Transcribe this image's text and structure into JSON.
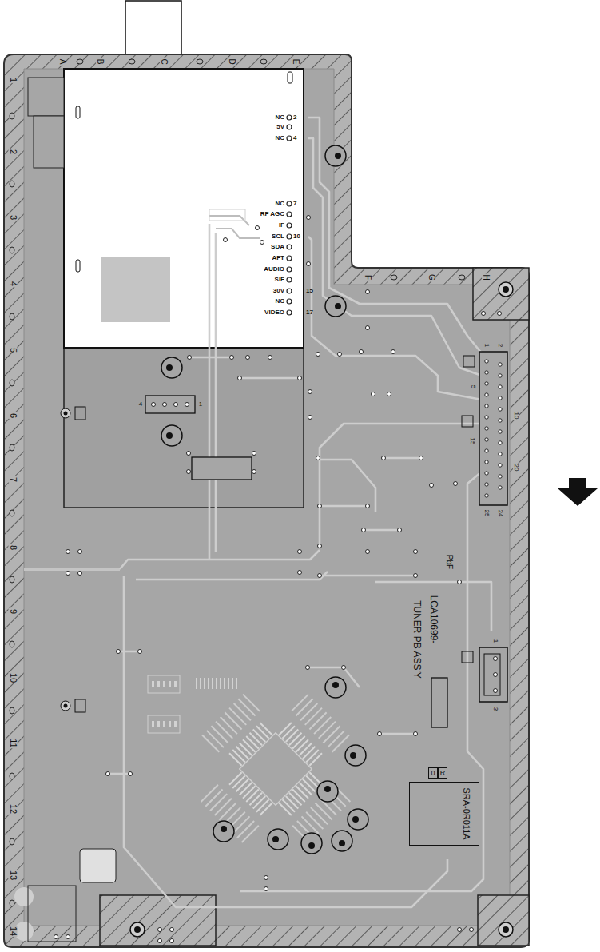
{
  "diagram": {
    "nodes": [
      {
        "text": [
          "0"
        ]
      },
      {
        "text": [
          "R"
        ]
      },
      {
        "text": [
          "SRA-0R011A"
        ]
      }
    ],
    "labels": [
      "A",
      "B",
      "C",
      "D",
      "E",
      "F",
      "G",
      "H",
      "1",
      "2",
      "3",
      "4",
      "5",
      "6",
      "7",
      "8",
      "9",
      "10",
      "11",
      "12",
      "13",
      "14",
      "NC",
      "5V",
      "NC",
      "NC",
      "RF AGC",
      "IF",
      "SCL",
      "SDA",
      "AFT",
      "AUDIO",
      "SIF",
      "30V",
      "NC",
      "VIDEO",
      "2",
      "4",
      "7",
      "10",
      "15",
      "17",
      "1",
      "2",
      "5",
      "10",
      "15",
      "20",
      "24",
      "25",
      "4",
      "1",
      "1",
      "3",
      "PbF",
      "LCA10699-",
      "TUNER PB ASS'Y"
    ]
  }
}
